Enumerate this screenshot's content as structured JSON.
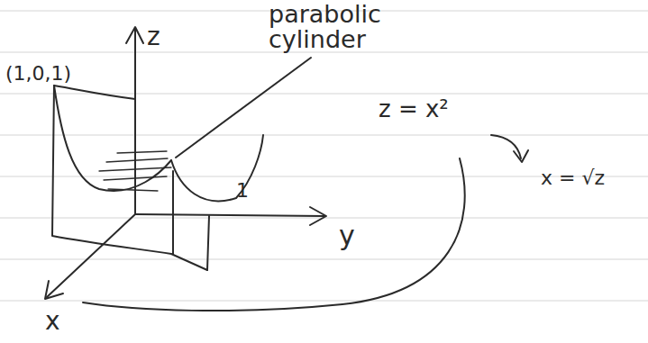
{
  "diagram": {
    "labels": [
      "z",
      "parabolic cylinder",
      "(1,0,1)",
      "z = x²",
      "x = √z",
      "1",
      "y",
      "x"
    ]
  }
}
